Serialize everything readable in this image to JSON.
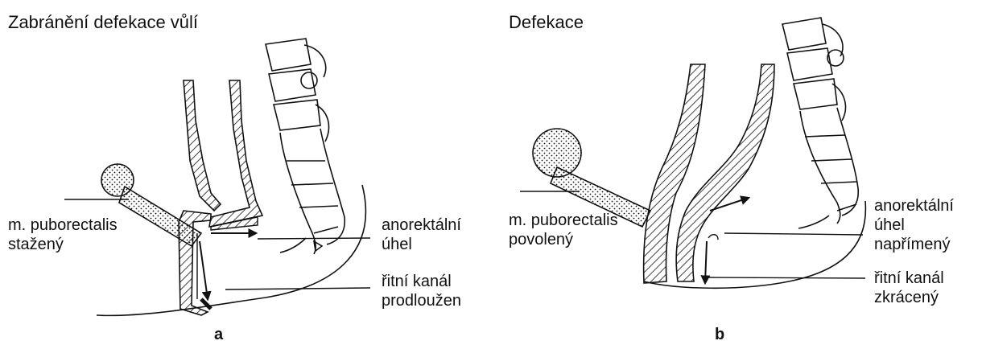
{
  "panel_a": {
    "title": "Zabránění defekace vůlí",
    "muscle_label": [
      "m. puborectalis",
      "stažený"
    ],
    "angle_label": [
      "anorektální",
      "úhel"
    ],
    "canal_label": [
      "řitní kanál",
      "prodloužen"
    ],
    "letter": "a"
  },
  "panel_b": {
    "title": "Defekace",
    "muscle_label": [
      "m. puborectalis",
      "povolený"
    ],
    "angle_label": [
      "anorektální",
      "úhel",
      "napřímený"
    ],
    "canal_label": [
      "řitní kanál",
      "zkrácený"
    ],
    "letter": "b"
  }
}
